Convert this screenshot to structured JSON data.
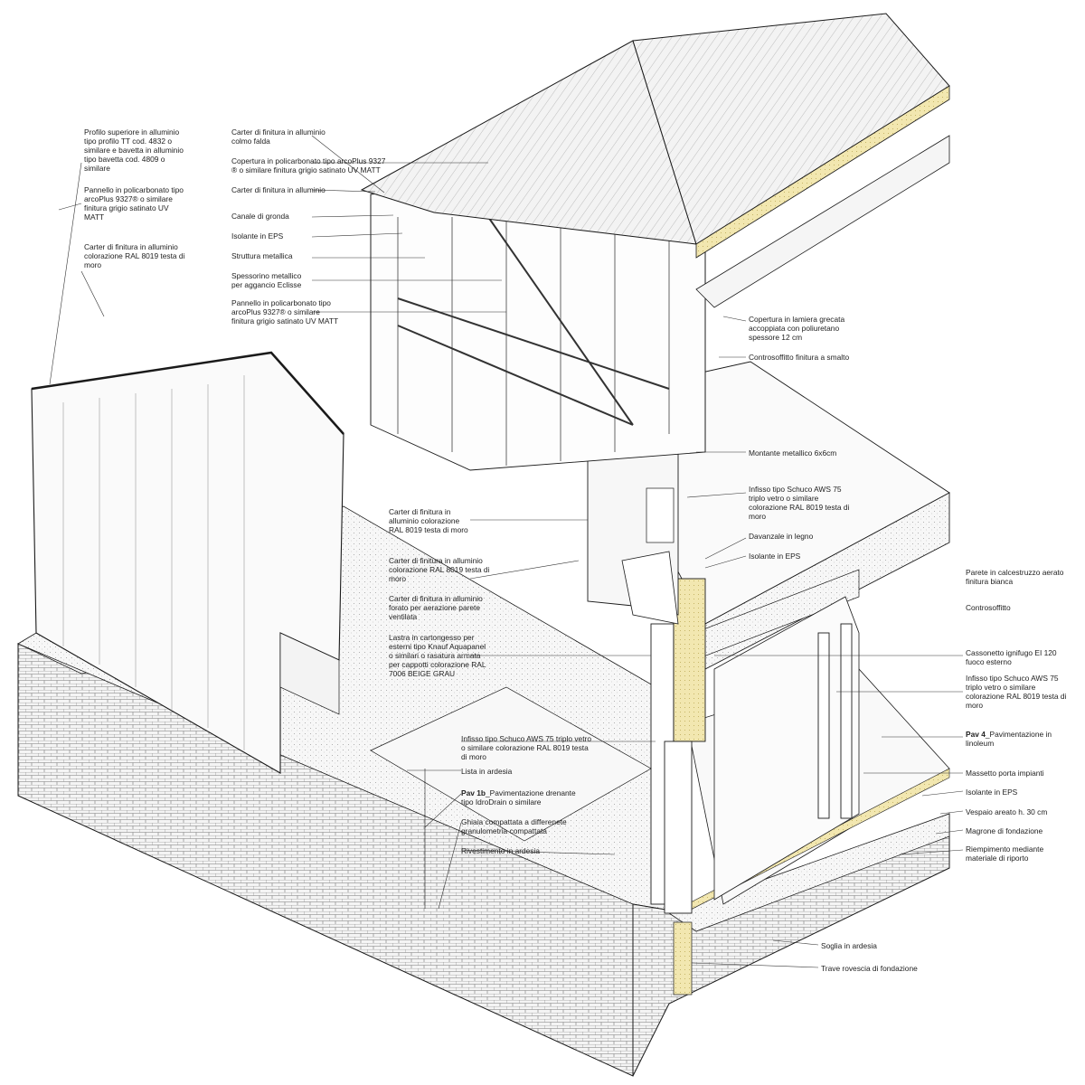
{
  "labels": {
    "profilo_superiore": "Profilo superiore in alluminio\ntipo profilo TT cod. 4832 o\nsimilare e bavetta in alluminio\ntipo bavetta cod. 4809 o\nsimilare",
    "pannello_poli_1": "Pannello in policarbonato tipo\narcoPlus 9327® o similare\nfinitura grigio satinato UV\nMATT",
    "carter_ral_left": "Carter di finitura in alluminio\ncolorazione RAL 8019 testa di\nmoro",
    "carter_colmo": "Carter di finitura in alluminio\ncolmo falda",
    "copertura_poli": "Copertura in policarbonato tipo arcoPlus 9327\n® o similare finitura grigio satinato UV MATT",
    "carter_finitura": "Carter di finitura in alluminio",
    "canale_gronda": "Canale di gronda",
    "isolante_eps_top": "Isolante in EPS",
    "struttura_metallica": "Struttura metallica",
    "spessorino": "Spessorino metallico\nper aggancio Eclisse",
    "pannello_poli_2": "Pannello in policarbonato tipo\narcoPlus 9327® o similare\nfinitura grigio satinato UV MATT",
    "copertura_lamiera": "Copertura in lamiera grecata\naccoppiata con poliuretano\nspessore 12 cm",
    "controsoffitto_smalto": "Controsoffitto finitura a smalto",
    "montante": "Montante metallico 6x6cm",
    "infisso_1": "Infisso tipo Schuco AWS 75\ntriplo vetro o similare\ncolorazione RAL 8019 testa di\nmoro",
    "davanzale": "Davanzale in legno",
    "isolante_eps_mid": "Isolante in EPS",
    "carter_center_1": "Carter di finitura in\nalluminio colorazione\nRAL 8019 testa di moro",
    "carter_center_2": "Carter di finitura in alluminio\ncolorazione RAL 8019 testa di\nmoro",
    "carter_forato": "Carter di finitura in alluminio\nforato per aerazione parete\nventilata",
    "lastra": "Lastra in cartongesso per\nesterni tipo Knauf Aquapanel\no similari o rasatura armata\nper cappotti colorazione RAL\n7006 BEIGE GRAU",
    "parete_cls": "Parete in calcestruzzo aerato\nfinitura bianca",
    "controsoffitto": "Controsoffitto",
    "cassonetto": "Cassonetto ignifugo EI 120\nfuoco esterno",
    "infisso_2": "Infisso tipo Schuco AWS 75\ntriplo vetro o similare\ncolorazione RAL 8019 testa di\nmoro",
    "pav4_code": "Pav 4",
    "pav4_rest": "_Pavimentazione in\nlinoleum",
    "infisso_3": "Infisso tipo Schuco AWS 75 triplo vetro\no similare colorazione RAL 8019 testa\ndi moro",
    "lista": "Lista in ardesia",
    "pav1b_code": "Pav 1b",
    "pav1b_rest": "_Pavimentazione drenante\ntipo IdroDrain o similare",
    "ghiaia": "Ghiaia compattata a differenete\ngranulometria compattata",
    "rivestimento": "Rivestimento in ardesia",
    "massetto": "Massetto porta impianti",
    "isolante_eps_low": "Isolante in EPS",
    "vespaio": "Vespaio areato h. 30 cm",
    "magrone": "Magrone di fondazione",
    "riempimento": "Riempimento mediante\nmateriale di riporto",
    "soglia": "Soglia in ardesia",
    "trave": "Trave rovescia di fondazione"
  },
  "colors": {
    "line": "#1a1a1a",
    "insulation": "#f2e7b0",
    "concrete": "#ececec"
  }
}
